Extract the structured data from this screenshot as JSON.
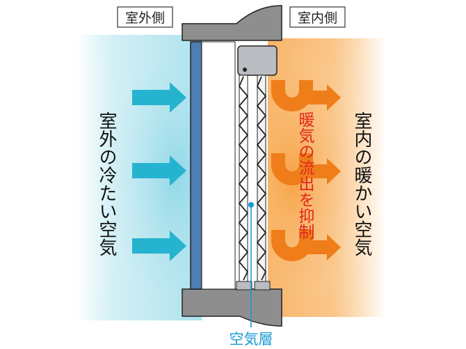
{
  "labels": {
    "outside_tag": "室外側",
    "inside_tag": "室内側",
    "outside_air": "室外の冷たい空気",
    "inside_air": "室内の暖かい空気",
    "warm_flow": "暖気の流出を抑制",
    "air_layer": "空気層"
  },
  "colors": {
    "cold_blue": "#26b3cf",
    "warm_orange": "#ee7d1a",
    "accent_red": "#e0261c",
    "air_layer_label": "#189bd3",
    "glass": "#4d7fb5",
    "frame": "#8e8e8e"
  }
}
